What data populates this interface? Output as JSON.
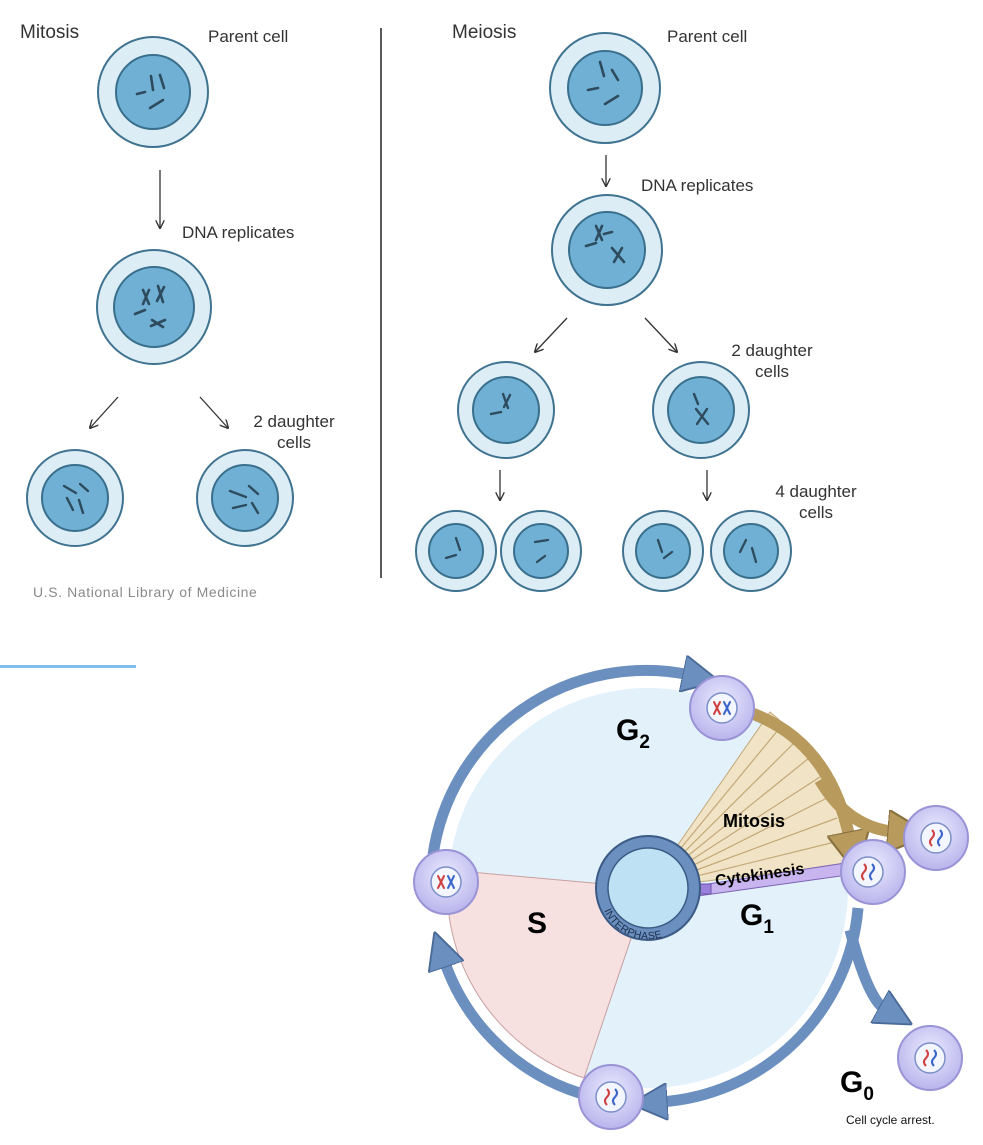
{
  "mitosis": {
    "title": "Mitosis",
    "parent_label": "Parent cell",
    "dna_label": "DNA replicates",
    "daughter_label_line1": "2 daughter",
    "daughter_label_line2": "cells"
  },
  "meiosis": {
    "title": "Meiosis",
    "parent_label": "Parent cell",
    "dna_label": "DNA replicates",
    "daughter2_line1": "2 daughter",
    "daughter2_line2": "cells",
    "daughter4_line1": "4 daughter",
    "daughter4_line2": "cells"
  },
  "credit": "U.S. National Library of Medicine",
  "cell_cycle": {
    "g2_letter": "G",
    "g2_sub": "2",
    "g1_letter": "G",
    "g1_sub": "1",
    "g0_letter": "G",
    "g0_sub": "0",
    "s_label": "S",
    "mitosis_label": "Mitosis",
    "cytokinesis_label": "Cytokinesis",
    "interphase_label": "INTERPHASE",
    "arrest_label": "Cell cycle arrest."
  },
  "colors": {
    "cell_outer": "#d8ebf4",
    "cell_nucleus": "#6fb0d4",
    "cycle_ring": "#6b8fbf",
    "cycle_fill": "#e3f1fb",
    "s_phase_fill": "#f7e0e0",
    "mitosis_fill": "#f1e3c6",
    "mitosis_arrow": "#b89a5c",
    "cytokinesis": "#a58ed6"
  }
}
